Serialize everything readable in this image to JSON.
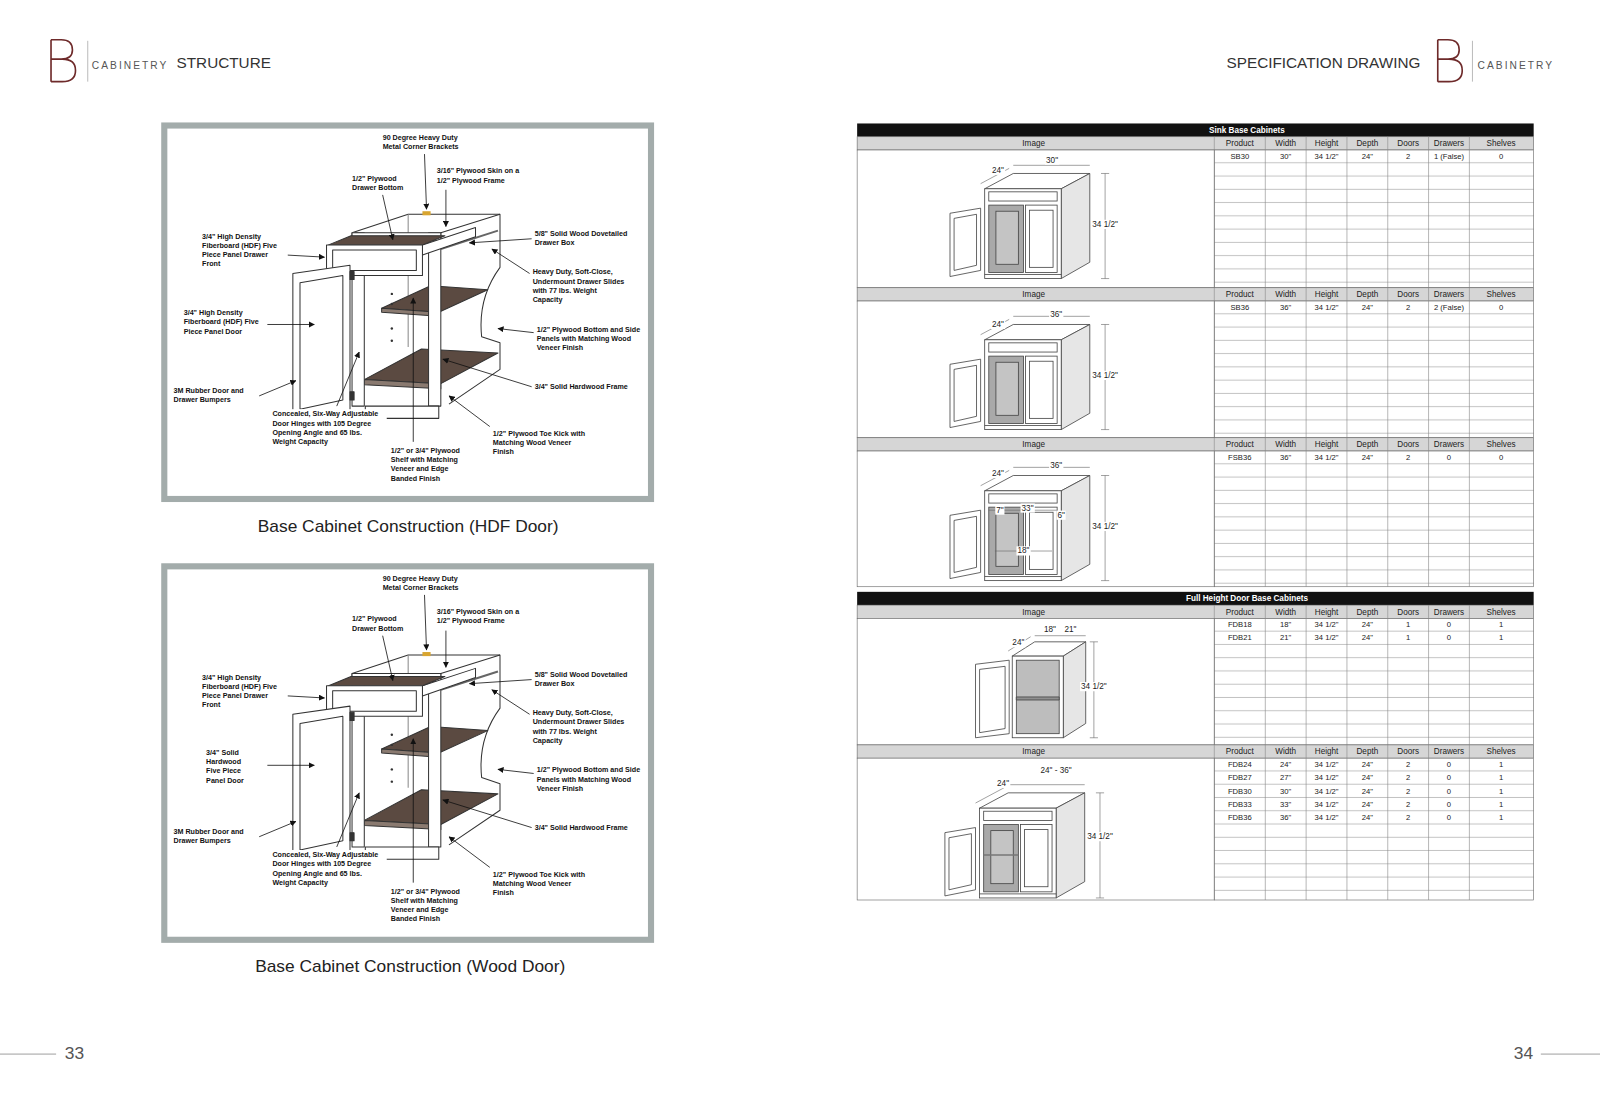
{
  "diagram": {
    "nodes": [
      {
        "text": [
          "90 Degree Heavy Duty Metal Corner Brackets",
          "1/2\" Plywood Drawer Bottom",
          "3/16\" Plywood Skin on a 1/2\" Plywood Frame",
          "3/4\" High Density Fiberboard (HDF) Five Piece Panel Drawer Front",
          "5/8\" Solid Wood Dovetailed Drawer Box",
          "Heavy Duty, Soft-Close, Undermount Drawer Slides with 77 lbs. Weight Capacity",
          "3/4\" High Density Fiberboard (HDF) Five Piece Panel Door",
          "1/2\" Plywood Bottom and Side Panels with Matching Wood Veneer Finish",
          "3M Rubber Door and Drawer Bumpers",
          "3/4\" Solid Hardwood Frame",
          "Concealed, Six-Way Adjustable Door Hinges with 105 Degree Opening Angle and 65 lbs. Weight Capacity",
          "1/2\" Plywood Toe Kick with Matching Wood Veneer Finish",
          "1/2\" or 3/4\" Plywood Shelf with Matching Veneer and Edge Banded Finish"
        ]
      },
      {
        "text": [
          "90 Degree Heavy Duty Metal Corner Brackets",
          "1/2\" Plywood Drawer Bottom",
          "3/16\" Plywood Skin on a 1/2\" Plywood Frame",
          "3/4\" High Density Fiberboard (HDF) Five Piece Panel Drawer Front",
          "5/8\" Solid Wood Dovetailed Drawer Box",
          "Heavy Duty, Soft-Close, Undermount Drawer Slides with 77 lbs. Weight Capacity",
          "3/4\" Solid Hardwood Five Piece Panel Door",
          "1/2\" Plywood Bottom and Side Panels with Matching Wood Veneer Finish",
          "3M Rubber Door and Drawer Bumpers",
          "3/4\" Solid Hardwood Frame",
          "Concealed, Six-Way Adjustable Door Hinges with 105 Degree Opening Angle and 65 lbs. Weight Capacity",
          "1/2\" Plywood Toe Kick with Matching Wood Veneer Finish",
          "1/2\" or 3/4\" Plywood Shelf with Matching Veneer and Edge Banded Finish"
        ]
      }
    ],
    "labels": [
      "CABINETRY",
      "STRUCTURE",
      "SPECIFICATION DRAWING",
      "CABINETRY",
      "Base Cabinet Construction (HDF Door)",
      "Base Cabinet Construction (Wood Door)",
      "33",
      "34",
      "Sink Base Cabinets",
      "Image",
      "Product",
      "Width",
      "Height",
      "Depth",
      "Doors",
      "Drawers",
      "Shelves",
      "SB30",
      "30\"",
      "34 1/2\"",
      "24\"",
      "2",
      "1 (False)",
      "0",
      "24\"",
      "30\"",
      "34 1/2\"",
      "Image",
      "Product",
      "Width",
      "Height",
      "Depth",
      "Doors",
      "Drawers",
      "Shelves",
      "SB36",
      "36\"",
      "34 1/2\"",
      "24\"",
      "2",
      "2 (False)",
      "0",
      "24\"",
      "36\"",
      "34 1/2\"",
      "Image",
      "Product",
      "Width",
      "Height",
      "Depth",
      "Doors",
      "Drawers",
      "Shelves",
      "FSB36",
      "36\"",
      "34 1/2\"",
      "24\"",
      "2",
      "0",
      "0",
      "24\"",
      "36\"",
      "7\"",
      "33\"",
      "6\"",
      "18\"",
      "34 1/2\"",
      "Full Height Door Base Cabinets",
      "Image",
      "Product",
      "Width",
      "Height",
      "Depth",
      "Doors",
      "Drawers",
      "Shelves",
      "FDB18",
      "18\"",
      "34 1/2\"",
      "24\"",
      "1",
      "0",
      "1",
      "FDB21",
      "21\"",
      "34 1/2\"",
      "24\"",
      "1",
      "0",
      "1",
      "24\"",
      "18\"",
      "21\"",
      "34 1/2\"",
      "Image",
      "Product",
      "Width",
      "Height",
      "Depth",
      "Doors",
      "Drawers",
      "Shelves",
      "FDB24",
      "24\"",
      "34 1/2\"",
      "24\"",
      "2",
      "0",
      "1",
      "FDB27",
      "27\"",
      "34 1/2\"",
      "24\"",
      "2",
      "0",
      "1",
      "FDB30",
      "30\"",
      "34 1/2\"",
      "24\"",
      "2",
      "0",
      "1",
      "FDB33",
      "33\"",
      "34 1/2\"",
      "24\"",
      "2",
      "0",
      "1",
      "FDB36",
      "36\"",
      "34 1/2\"",
      "24\"",
      "2",
      "0",
      "1",
      "24\"",
      "24\" - 36\"",
      "34 1/2\""
    ]
  }
}
